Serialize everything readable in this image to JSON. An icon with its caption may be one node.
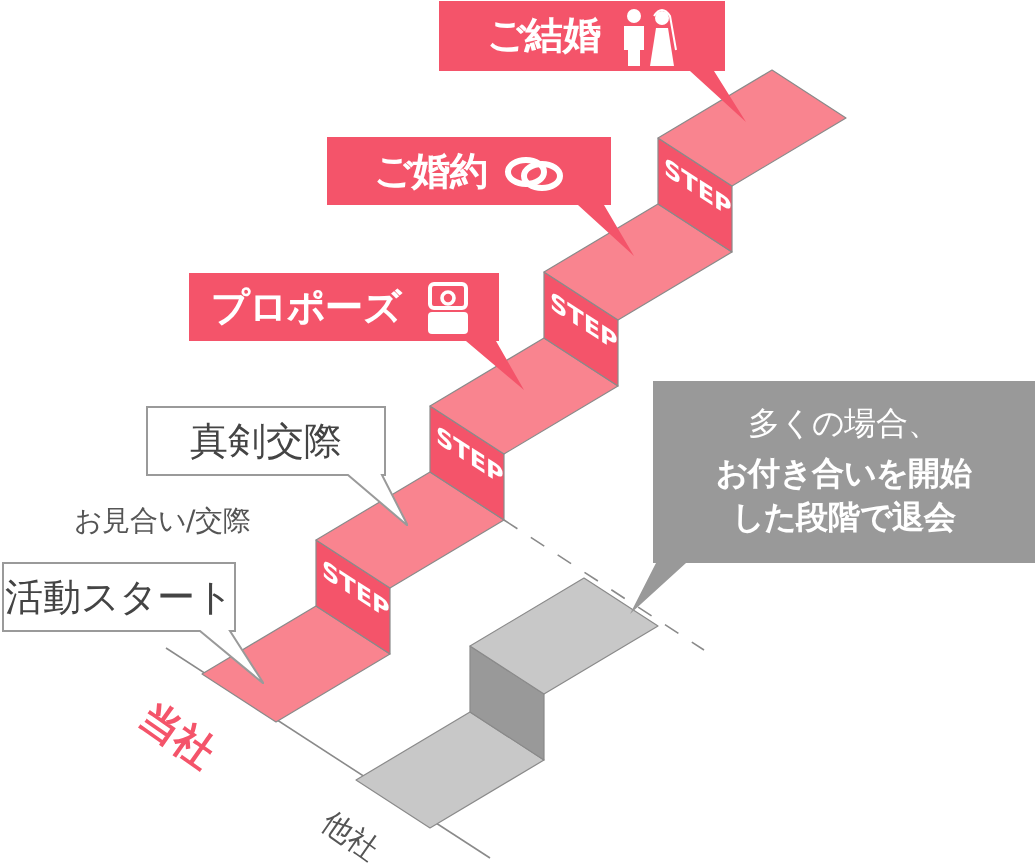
{
  "diagram": {
    "nodes": [
      {
        "text": [
          "ご結婚"
        ]
      },
      {
        "text": [
          "ご婚約"
        ]
      },
      {
        "text": [
          "プロポーズ"
        ]
      },
      {
        "text": [
          "真剣交際"
        ]
      },
      {
        "text": [
          "活動スタート"
        ]
      },
      {
        "text": [
          "多くの場合、",
          "お付き合いを開始した段階で退会"
        ]
      }
    ],
    "labels": [
      "STEP",
      "STEP",
      "STEP",
      "お見合い/交際",
      "STEP",
      "当社",
      "他社"
    ]
  }
}
